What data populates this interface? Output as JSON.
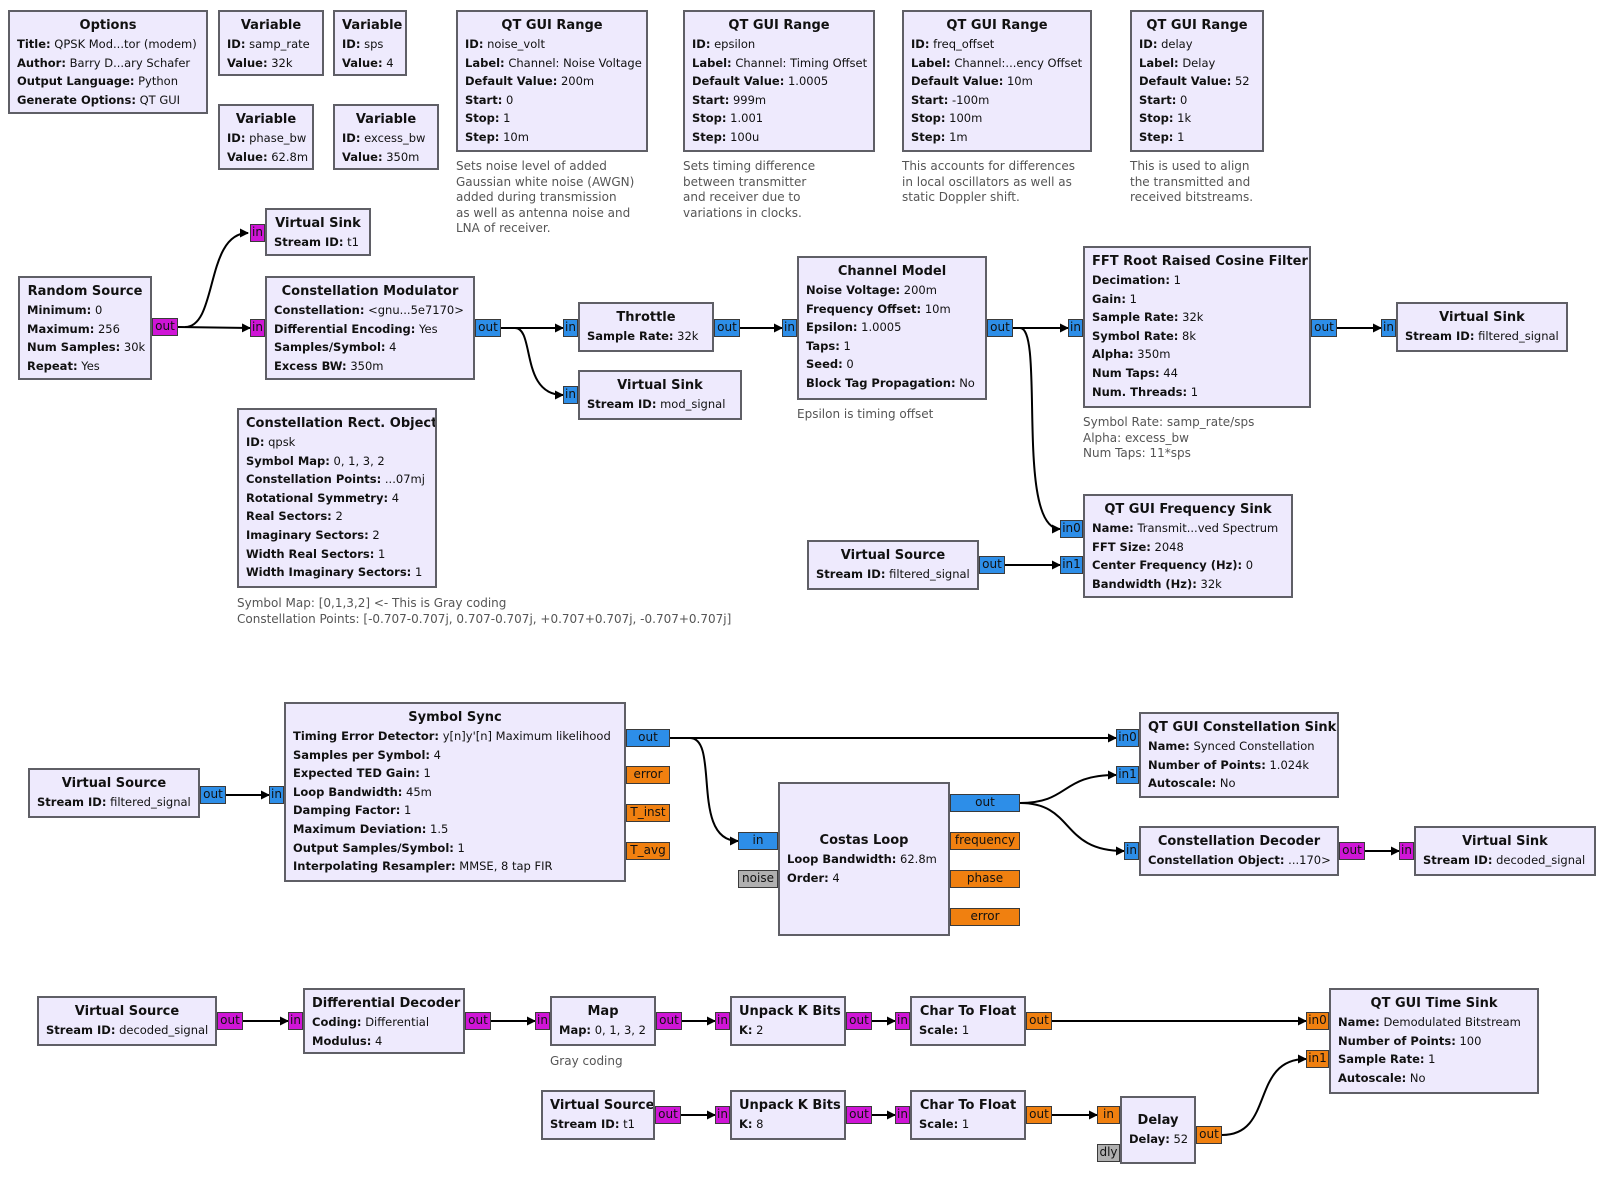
{
  "blocks": {
    "options": {
      "title": "Options",
      "params": [
        {
          "k": "Title:",
          "v": "QPSK Mod...tor (modem)"
        },
        {
          "k": "Author:",
          "v": "Barry D...ary Schafer"
        },
        {
          "k": "Output Language:",
          "v": "Python"
        },
        {
          "k": "Generate Options:",
          "v": "QT GUI"
        }
      ]
    },
    "var_samp_rate": {
      "title": "Variable",
      "params": [
        {
          "k": "ID:",
          "v": "samp_rate"
        },
        {
          "k": "Value:",
          "v": "32k"
        }
      ]
    },
    "var_sps": {
      "title": "Variable",
      "params": [
        {
          "k": "ID:",
          "v": "sps"
        },
        {
          "k": "Value:",
          "v": "4"
        }
      ]
    },
    "var_phase_bw": {
      "title": "Variable",
      "params": [
        {
          "k": "ID:",
          "v": "phase_bw"
        },
        {
          "k": "Value:",
          "v": "62.8m"
        }
      ]
    },
    "var_excess_bw": {
      "title": "Variable",
      "params": [
        {
          "k": "ID:",
          "v": "excess_bw"
        },
        {
          "k": "Value:",
          "v": "350m"
        }
      ]
    },
    "range_noise": {
      "title": "QT GUI Range",
      "params": [
        {
          "k": "ID:",
          "v": "noise_volt"
        },
        {
          "k": "Label:",
          "v": "Channel: Noise Voltage"
        },
        {
          "k": "Default Value:",
          "v": "200m"
        },
        {
          "k": "Start:",
          "v": "0"
        },
        {
          "k": "Stop:",
          "v": "1"
        },
        {
          "k": "Step:",
          "v": "10m"
        }
      ]
    },
    "range_epsilon": {
      "title": "QT GUI Range",
      "params": [
        {
          "k": "ID:",
          "v": "epsilon"
        },
        {
          "k": "Label:",
          "v": "Channel: Timing Offset"
        },
        {
          "k": "Default Value:",
          "v": "1.0005"
        },
        {
          "k": "Start:",
          "v": "999m"
        },
        {
          "k": "Stop:",
          "v": "1.001"
        },
        {
          "k": "Step:",
          "v": "100u"
        }
      ]
    },
    "range_freq": {
      "title": "QT GUI Range",
      "params": [
        {
          "k": "ID:",
          "v": "freq_offset"
        },
        {
          "k": "Label:",
          "v": "Channel:...ency Offset"
        },
        {
          "k": "Default Value:",
          "v": "10m"
        },
        {
          "k": "Start:",
          "v": "-100m"
        },
        {
          "k": "Stop:",
          "v": "100m"
        },
        {
          "k": "Step:",
          "v": "1m"
        }
      ]
    },
    "range_delay": {
      "title": "QT GUI Range",
      "params": [
        {
          "k": "ID:",
          "v": "delay"
        },
        {
          "k": "Label:",
          "v": "Delay"
        },
        {
          "k": "Default Value:",
          "v": "52"
        },
        {
          "k": "Start:",
          "v": "0"
        },
        {
          "k": "Stop:",
          "v": "1k"
        },
        {
          "k": "Step:",
          "v": "1"
        }
      ]
    },
    "vsink_t1": {
      "title": "Virtual Sink",
      "params": [
        {
          "k": "Stream ID:",
          "v": "t1"
        }
      ]
    },
    "random_source": {
      "title": "Random Source",
      "params": [
        {
          "k": "Minimum:",
          "v": "0"
        },
        {
          "k": "Maximum:",
          "v": "256"
        },
        {
          "k": "Num Samples:",
          "v": "30k"
        },
        {
          "k": "Repeat:",
          "v": "Yes"
        }
      ]
    },
    "const_mod": {
      "title": "Constellation Modulator",
      "params": [
        {
          "k": "Constellation:",
          "v": "<gnu...5e7170>"
        },
        {
          "k": "Differential Encoding:",
          "v": "Yes"
        },
        {
          "k": "Samples/Symbol:",
          "v": "4"
        },
        {
          "k": "Excess BW:",
          "v": "350m"
        }
      ]
    },
    "throttle": {
      "title": "Throttle",
      "params": [
        {
          "k": "Sample Rate:",
          "v": "32k"
        }
      ]
    },
    "vsink_mod": {
      "title": "Virtual Sink",
      "params": [
        {
          "k": "Stream ID:",
          "v": "mod_signal"
        }
      ]
    },
    "channel_model": {
      "title": "Channel Model",
      "params": [
        {
          "k": "Noise Voltage:",
          "v": "200m"
        },
        {
          "k": "Frequency Offset:",
          "v": "10m"
        },
        {
          "k": "Epsilon:",
          "v": "1.0005"
        },
        {
          "k": "Taps:",
          "v": "1"
        },
        {
          "k": "Seed:",
          "v": "0"
        },
        {
          "k": "Block Tag Propagation:",
          "v": "No"
        }
      ]
    },
    "fft_rrc": {
      "title": "FFT Root Raised Cosine Filter",
      "params": [
        {
          "k": "Decimation:",
          "v": "1"
        },
        {
          "k": "Gain:",
          "v": "1"
        },
        {
          "k": "Sample Rate:",
          "v": "32k"
        },
        {
          "k": "Symbol Rate:",
          "v": "8k"
        },
        {
          "k": "Alpha:",
          "v": "350m"
        },
        {
          "k": "Num Taps:",
          "v": "44"
        },
        {
          "k": "Num. Threads:",
          "v": "1"
        }
      ]
    },
    "vsink_filtered": {
      "title": "Virtual Sink",
      "params": [
        {
          "k": "Stream ID:",
          "v": "filtered_signal"
        }
      ]
    },
    "const_rect": {
      "title": "Constellation Rect. Object",
      "params": [
        {
          "k": "ID:",
          "v": "qpsk"
        },
        {
          "k": "Symbol Map:",
          "v": "0, 1, 3, 2"
        },
        {
          "k": "Constellation Points:",
          "v": "...07mj"
        },
        {
          "k": "Rotational Symmetry:",
          "v": "4"
        },
        {
          "k": "Real Sectors:",
          "v": "2"
        },
        {
          "k": "Imaginary Sectors:",
          "v": "2"
        },
        {
          "k": "Width Real Sectors:",
          "v": "1"
        },
        {
          "k": "Width Imaginary Sectors:",
          "v": "1"
        }
      ]
    },
    "freq_sink": {
      "title": "QT GUI Frequency Sink",
      "params": [
        {
          "k": "Name:",
          "v": "Transmit...ved Spectrum"
        },
        {
          "k": "FFT Size:",
          "v": "2048"
        },
        {
          "k": "Center Frequency (Hz):",
          "v": "0"
        },
        {
          "k": "Bandwidth (Hz):",
          "v": "32k"
        }
      ]
    },
    "vsrc_filtered_1": {
      "title": "Virtual Source",
      "params": [
        {
          "k": "Stream ID:",
          "v": "filtered_signal"
        }
      ]
    },
    "vsrc_filtered_2": {
      "title": "Virtual Source",
      "params": [
        {
          "k": "Stream ID:",
          "v": "filtered_signal"
        }
      ]
    },
    "symbol_sync": {
      "title": "Symbol Sync",
      "params": [
        {
          "k": "Timing Error Detector:",
          "v": "y[n]y'[n] Maximum likelihood"
        },
        {
          "k": "Samples per Symbol:",
          "v": "4"
        },
        {
          "k": "Expected TED Gain:",
          "v": "1"
        },
        {
          "k": "Loop Bandwidth:",
          "v": "45m"
        },
        {
          "k": "Damping Factor:",
          "v": "1"
        },
        {
          "k": "Maximum Deviation:",
          "v": "1.5"
        },
        {
          "k": "Output Samples/Symbol:",
          "v": "1"
        },
        {
          "k": "Interpolating Resampler:",
          "v": "MMSE, 8 tap FIR"
        }
      ]
    },
    "const_sink": {
      "title": "QT GUI Constellation Sink",
      "params": [
        {
          "k": "Name:",
          "v": "Synced Constellation"
        },
        {
          "k": "Number of Points:",
          "v": "1.024k"
        },
        {
          "k": "Autoscale:",
          "v": "No"
        }
      ]
    },
    "costas": {
      "title": "Costas Loop",
      "params": [
        {
          "k": "Loop Bandwidth:",
          "v": "62.8m"
        },
        {
          "k": "Order:",
          "v": "4"
        }
      ]
    },
    "const_decoder": {
      "title": "Constellation Decoder",
      "params": [
        {
          "k": "Constellation Object:",
          "v": "...170>"
        }
      ]
    },
    "vsink_decoded": {
      "title": "Virtual Sink",
      "params": [
        {
          "k": "Stream ID:",
          "v": "decoded_signal"
        }
      ]
    },
    "vsrc_decoded": {
      "title": "Virtual Source",
      "params": [
        {
          "k": "Stream ID:",
          "v": "decoded_signal"
        }
      ]
    },
    "diff_decoder": {
      "title": "Differential Decoder",
      "params": [
        {
          "k": "Coding:",
          "v": "Differential"
        },
        {
          "k": "Modulus:",
          "v": "4"
        }
      ]
    },
    "map": {
      "title": "Map",
      "params": [
        {
          "k": "Map:",
          "v": "0, 1, 3, 2"
        }
      ]
    },
    "unpack2": {
      "title": "Unpack K Bits",
      "params": [
        {
          "k": "K:",
          "v": "2"
        }
      ]
    },
    "c2f_1": {
      "title": "Char To Float",
      "params": [
        {
          "k": "Scale:",
          "v": "1"
        }
      ]
    },
    "time_sink": {
      "title": "QT GUI Time Sink",
      "params": [
        {
          "k": "Name:",
          "v": "Demodulated Bitstream"
        },
        {
          "k": "Number of Points:",
          "v": "100"
        },
        {
          "k": "Sample Rate:",
          "v": "1"
        },
        {
          "k": "Autoscale:",
          "v": "No"
        }
      ]
    },
    "vsrc_t1": {
      "title": "Virtual Source",
      "params": [
        {
          "k": "Stream ID:",
          "v": "t1"
        }
      ]
    },
    "unpack8": {
      "title": "Unpack K Bits",
      "params": [
        {
          "k": "K:",
          "v": "8"
        }
      ]
    },
    "c2f_2": {
      "title": "Char To Float",
      "params": [
        {
          "k": "Scale:",
          "v": "1"
        }
      ]
    },
    "delay": {
      "title": "Delay",
      "params": [
        {
          "k": "Delay:",
          "v": "52"
        }
      ]
    }
  },
  "notes": {
    "noise": [
      "Sets noise level of added",
      "Gaussian white noise (AWGN)",
      "added during transmission",
      "as well as antenna noise and",
      "LNA of receiver."
    ],
    "epsilon": [
      "Sets timing difference",
      "between transmitter",
      "and receiver due to",
      "variations in clocks."
    ],
    "freq": [
      "This accounts for differences",
      "in local oscillators as well as",
      "static Doppler shift."
    ],
    "delay": [
      "This is used to align",
      "the transmitted and",
      "received bitstreams."
    ],
    "channel": [
      "Epsilon is timing offset"
    ],
    "rrc": [
      "Symbol Rate: samp_rate/sps",
      "Alpha: excess_bw",
      "Num Taps: 11*sps"
    ],
    "const": [
      "Symbol Map: [0,1,3,2] <- This is Gray coding",
      "Constellation Points: [-0.707-0.707j, 0.707-0.707j, +0.707+0.707j, -0.707+0.707j]"
    ],
    "map": [
      "Gray coding"
    ]
  },
  "ports": {
    "in": "in",
    "out": "out",
    "in0": "in0",
    "in1": "in1",
    "error": "error",
    "t_inst": "T_inst",
    "t_avg": "T_avg",
    "frequency": "frequency",
    "phase": "phase",
    "noise": "noise",
    "dly": "dly"
  },
  "colors": {
    "complex": "#2d8ee8",
    "byte": "#cf15d6",
    "float": "#f08010",
    "message": "#b0b0b0",
    "block_fill": "#eeeafd",
    "block_border": "#5f5f66"
  }
}
